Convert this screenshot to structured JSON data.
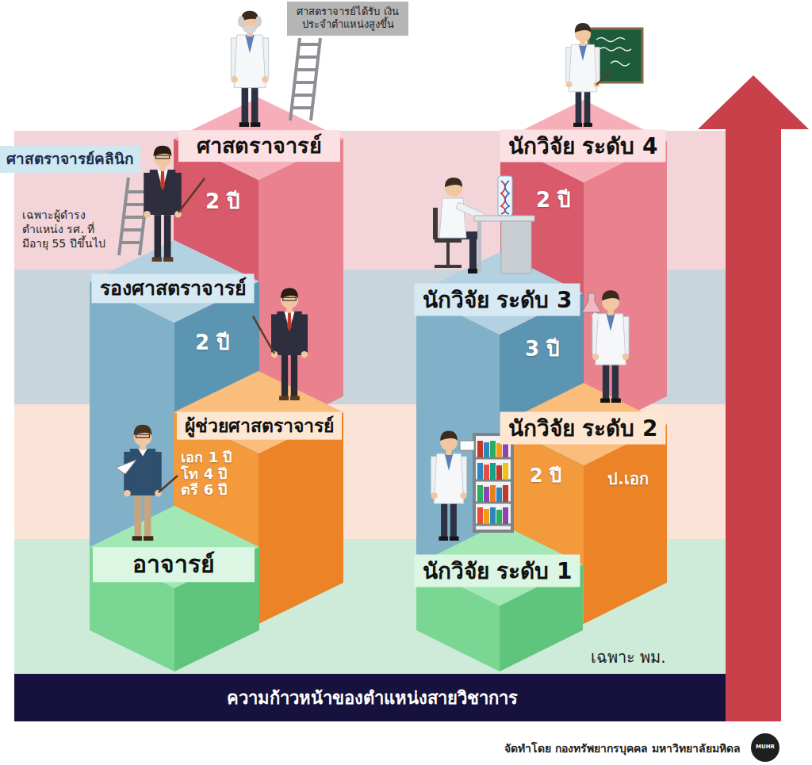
{
  "diagram": {
    "title": "ความก้าวหน้าของตำแหน่งสายวิชาการ",
    "caption": "จัดทำโดย กองทรัพยากรบุคคล มหาวิทยาลัยมหิดล",
    "nodes": [
      {
        "text": [
          "ศาสตราจารย์ได้รับ เงินประจำตำแหน่งสูงขึ้น"
        ]
      },
      {
        "text": [
          "ศาสตราจารย์",
          "2 ปี"
        ]
      },
      {
        "text": [
          "ศาสตราจารย์คลินิก"
        ]
      },
      {
        "text": [
          "รองศาสตราจารย์",
          "2 ปี"
        ]
      },
      {
        "text": [
          "ผู้ช่วยศาสตราจารย์",
          "เอก 1 ปี โท 4 ปี ตรี 6 ปี"
        ]
      },
      {
        "text": [
          "อาจารย์"
        ]
      },
      {
        "text": [
          "นักวิจัย ระดับ 4",
          "2 ปี"
        ]
      },
      {
        "text": [
          "นักวิจัย ระดับ 3",
          "3 ปี"
        ]
      },
      {
        "text": [
          "นักวิจัย ระดับ 2",
          "2 ปี",
          "ป.เอก"
        ]
      },
      {
        "text": [
          "นักวิจัย ระดับ 1"
        ]
      }
    ],
    "labels": [
      "เฉพาะผู้ดำรง ตำแหน่ง รศ. ที่มีอายุ 55 ปีขึ้นไป",
      "เฉพาะ พม.",
      "MUHR"
    ]
  }
}
